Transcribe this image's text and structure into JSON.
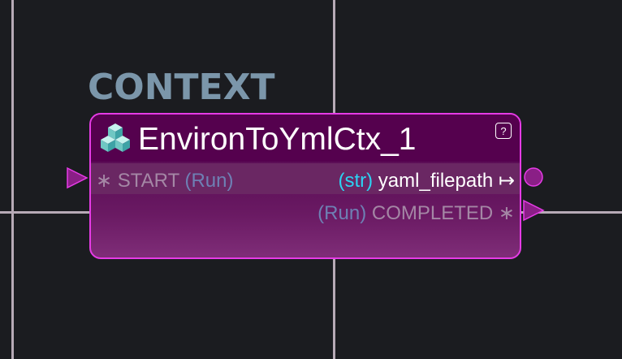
{
  "node": {
    "category": "CONTEXT",
    "title": "EnvironToYmlCtx_1",
    "help_label": "?",
    "inputs": [
      {
        "marker": "∗",
        "name": "START",
        "type": "(Run)"
      }
    ],
    "outputs": [
      {
        "type": "(str)",
        "name": "yaml_filepath",
        "marker": "↦"
      },
      {
        "type": "(Run)",
        "name": "COMPLETED",
        "marker": "∗"
      }
    ]
  },
  "colors": {
    "canvas_bg": "#1b1c20",
    "grid_line": "#b7aab6",
    "category_text": "#7b96aa",
    "node_border": "#e63be6",
    "node_header": "#55014e",
    "node_body": "#6a1a63",
    "pin_fill": "#8a1f86",
    "type_keyword": "#2bd3f2",
    "exec_keyword": "#6e80b4",
    "muted_text": "#a487a5"
  },
  "icons": {
    "node_icon": "cubes-icon",
    "exec_input_pin": "triangle-right-icon",
    "data_output_pin": "circle-icon",
    "exec_output_pin": "triangle-right-icon"
  }
}
